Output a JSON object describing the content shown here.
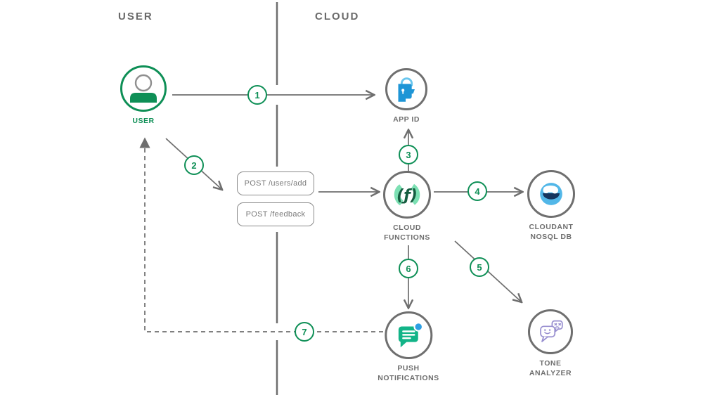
{
  "lanes": {
    "left": "USER",
    "right": "CLOUD"
  },
  "nodes": {
    "user": {
      "label": "USER"
    },
    "app_id": {
      "label": "APP ID"
    },
    "cloud_functions": {
      "label": "CLOUD\nFUNCTIONS"
    },
    "cloudant": {
      "label": "CLOUDANT\nNOSQL DB"
    },
    "push": {
      "label": "PUSH\nNOTIFICATIONS"
    },
    "tone": {
      "label": "TONE\nANALYZER"
    }
  },
  "requests": {
    "users_add": "POST /users/add",
    "feedback": "POST /feedback"
  },
  "steps": [
    "1",
    "2",
    "3",
    "4",
    "5",
    "6",
    "7"
  ],
  "colors": {
    "green": "#0e8f56",
    "mint": "#7ce0b3",
    "dark_green": "#155d40",
    "app_id_blue": "#1e95d6",
    "lock_blue": "#69c6ee",
    "cloudant_light_blue": "#52b7e8",
    "cloudant_navy": "#16355e",
    "push_teal": "#12b488",
    "notification_blue": "#2d9fe3",
    "tone_purple": "#988fd0",
    "line_gray": "#6e6e6e"
  }
}
